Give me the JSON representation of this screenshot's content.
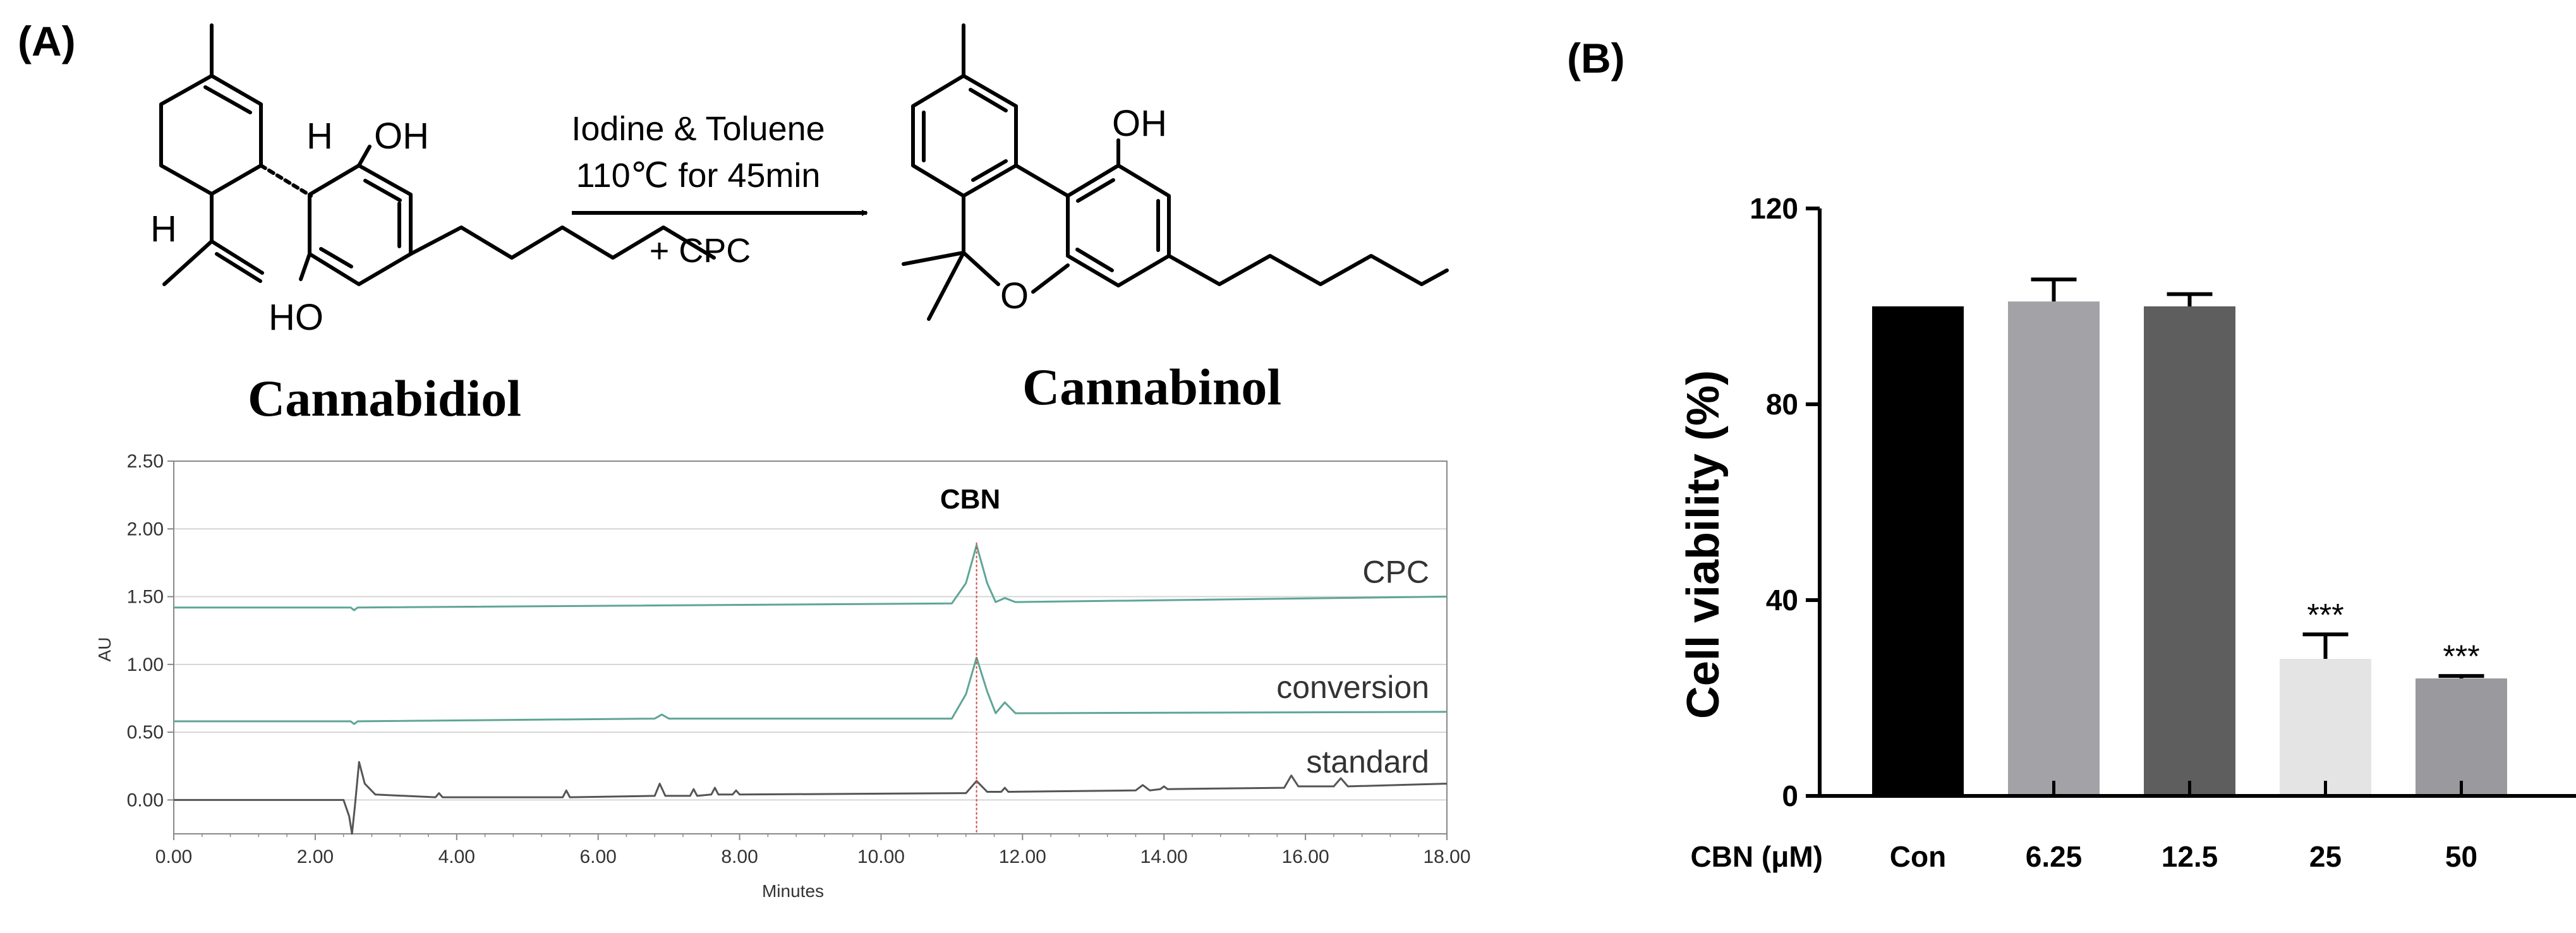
{
  "panel_a": {
    "label": "(A)",
    "reaction": {
      "line1": "Iodine & Toluene",
      "line2": "110℃ for 45min",
      "line3": "+ CPC",
      "reactant_name": "Cannabidiol",
      "product_name": "Cannabinol",
      "reactant_atoms": {
        "h1": "H",
        "h2": "H",
        "oh_top": "OH",
        "oh_bottom": "HO"
      },
      "product_atoms": {
        "oh": "OH",
        "o": "O"
      }
    }
  },
  "panel_b": {
    "label": "(B)"
  },
  "chart_data": [
    {
      "type": "line",
      "ylabel": "AU",
      "xlabel": "Minutes",
      "xlim": [
        0,
        18
      ],
      "ylim": [
        -0.25,
        2.5
      ],
      "x_ticks": [
        "0.00",
        "2.00",
        "4.00",
        "6.00",
        "8.00",
        "10.00",
        "12.00",
        "14.00",
        "16.00",
        "18.00"
      ],
      "y_ticks": [
        "0.00",
        "0.50",
        "1.00",
        "1.50",
        "2.00",
        "2.50"
      ],
      "peak_label": "CBN",
      "peak_x": 11.35,
      "grid": "horizontal",
      "series": [
        {
          "name": "CPC",
          "color": "#5fa596",
          "baseline": [
            1.42,
            1.5
          ],
          "points": [
            [
              0,
              1.42
            ],
            [
              2.5,
              1.42
            ],
            [
              2.55,
              1.4
            ],
            [
              2.6,
              1.42
            ],
            [
              11.0,
              1.45
            ],
            [
              11.2,
              1.6
            ],
            [
              11.35,
              1.88
            ],
            [
              11.5,
              1.6
            ],
            [
              11.62,
              1.46
            ],
            [
              11.75,
              1.49
            ],
            [
              11.9,
              1.46
            ],
            [
              18,
              1.5
            ]
          ]
        },
        {
          "name": "conversion",
          "color": "#5fa596",
          "baseline": [
            0.58,
            0.65
          ],
          "points": [
            [
              0,
              0.58
            ],
            [
              2.5,
              0.58
            ],
            [
              2.55,
              0.56
            ],
            [
              2.6,
              0.58
            ],
            [
              6.8,
              0.6
            ],
            [
              6.9,
              0.63
            ],
            [
              7.0,
              0.6
            ],
            [
              11.0,
              0.6
            ],
            [
              11.2,
              0.78
            ],
            [
              11.35,
              1.05
            ],
            [
              11.5,
              0.8
            ],
            [
              11.62,
              0.64
            ],
            [
              11.75,
              0.72
            ],
            [
              11.9,
              0.64
            ],
            [
              18,
              0.65
            ]
          ]
        },
        {
          "name": "standard",
          "color": "#555555",
          "baseline": [
            0.0,
            0.1
          ],
          "points": [
            [
              0,
              0.0
            ],
            [
              2.4,
              0.0
            ],
            [
              2.48,
              -0.12
            ],
            [
              2.52,
              -0.25
            ],
            [
              2.56,
              -0.05
            ],
            [
              2.62,
              0.28
            ],
            [
              2.7,
              0.12
            ],
            [
              2.85,
              0.04
            ],
            [
              3.7,
              0.02
            ],
            [
              3.75,
              0.05
            ],
            [
              3.8,
              0.02
            ],
            [
              5.5,
              0.02
            ],
            [
              5.55,
              0.07
            ],
            [
              5.6,
              0.02
            ],
            [
              6.8,
              0.03
            ],
            [
              6.87,
              0.12
            ],
            [
              6.95,
              0.03
            ],
            [
              7.3,
              0.03
            ],
            [
              7.35,
              0.08
            ],
            [
              7.4,
              0.03
            ],
            [
              7.6,
              0.04
            ],
            [
              7.65,
              0.09
            ],
            [
              7.7,
              0.04
            ],
            [
              7.9,
              0.04
            ],
            [
              7.95,
              0.07
            ],
            [
              8.0,
              0.04
            ],
            [
              11.2,
              0.05
            ],
            [
              11.35,
              0.14
            ],
            [
              11.5,
              0.06
            ],
            [
              11.7,
              0.06
            ],
            [
              11.75,
              0.09
            ],
            [
              11.8,
              0.06
            ],
            [
              13.6,
              0.07
            ],
            [
              13.7,
              0.11
            ],
            [
              13.8,
              0.07
            ],
            [
              13.95,
              0.08
            ],
            [
              14.0,
              0.1
            ],
            [
              14.05,
              0.08
            ],
            [
              15.7,
              0.09
            ],
            [
              15.8,
              0.18
            ],
            [
              15.9,
              0.1
            ],
            [
              16.4,
              0.1
            ],
            [
              16.5,
              0.16
            ],
            [
              16.6,
              0.1
            ],
            [
              18,
              0.12
            ]
          ]
        }
      ]
    },
    {
      "type": "bar",
      "ylabel": "Cell viability (%)",
      "x_axis_label": "CBN (μM)",
      "categories": [
        "Con",
        "6.25",
        "12.5",
        "25",
        "50"
      ],
      "values": [
        100,
        101,
        100,
        28,
        24
      ],
      "errors": [
        0,
        4.5,
        2.5,
        5,
        0.5
      ],
      "colors": [
        "#000000",
        "#a3a3a7",
        "#5e5e5e",
        "#e4e4e4",
        "#9a9a9e"
      ],
      "annotations": [
        "",
        "",
        "",
        "***",
        "***"
      ],
      "ylim": [
        0,
        120
      ],
      "y_ticks": [
        0,
        40,
        80,
        120
      ]
    }
  ]
}
